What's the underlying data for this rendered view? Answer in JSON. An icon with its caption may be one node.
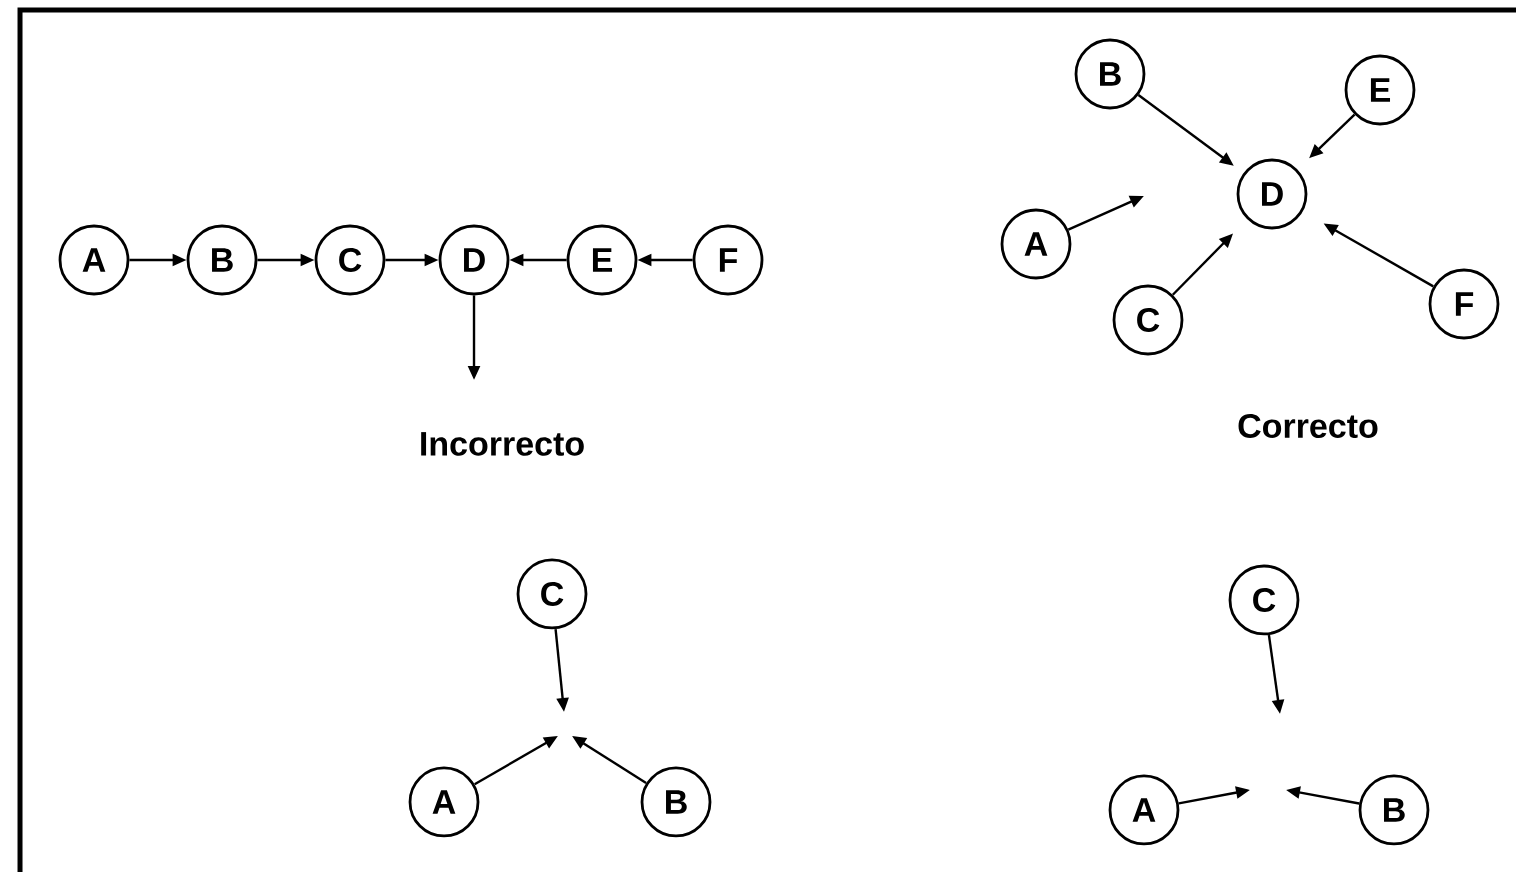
{
  "diagram": {
    "nodes": [
      {
        "text": [
          "A"
        ]
      },
      {
        "text": [
          "B"
        ]
      },
      {
        "text": [
          "C"
        ]
      },
      {
        "text": [
          "D"
        ]
      },
      {
        "text": [
          "E"
        ]
      },
      {
        "text": [
          "F"
        ]
      },
      {
        "text": [
          "C"
        ]
      },
      {
        "text": [
          "A"
        ]
      },
      {
        "text": [
          "B"
        ]
      },
      {
        "text": [
          "B"
        ]
      },
      {
        "text": [
          "E"
        ]
      },
      {
        "text": [
          "A"
        ]
      },
      {
        "text": [
          "D"
        ]
      },
      {
        "text": [
          "C"
        ]
      },
      {
        "text": [
          "F"
        ]
      },
      {
        "text": [
          "C"
        ]
      },
      {
        "text": [
          "A"
        ]
      },
      {
        "text": [
          "B"
        ]
      }
    ],
    "edges": [
      {
        "from": 0,
        "to": 1,
        "arrow": "to"
      },
      {
        "from": 1,
        "to": 2,
        "arrow": "to"
      },
      {
        "from": 2,
        "to": 3,
        "arrow": "to"
      },
      {
        "from": 5,
        "to": 4,
        "arrow": "to"
      },
      {
        "from": 4,
        "to": 3,
        "arrow": "to"
      },
      {
        "from": 3,
        "to": null,
        "arrow": "to"
      },
      {
        "from": 6,
        "to": null,
        "arrow": "to"
      },
      {
        "from": 7,
        "to": null,
        "arrow": "to"
      },
      {
        "from": 8,
        "to": null,
        "arrow": "to"
      },
      {
        "from": 9,
        "to": 12,
        "arrow": "to"
      },
      {
        "from": 10,
        "to": 12,
        "arrow": "to"
      },
      {
        "from": 11,
        "to": null,
        "arrow": "to"
      },
      {
        "from": 13,
        "to": 12,
        "arrow": "to"
      },
      {
        "from": 14,
        "to": 12,
        "arrow": "to"
      },
      {
        "from": 15,
        "to": null,
        "arrow": "to"
      },
      {
        "from": 16,
        "to": null,
        "arrow": "to"
      },
      {
        "from": 17,
        "to": null,
        "arrow": "to"
      }
    ],
    "labels": [
      "Incorrecto",
      "Correcto"
    ]
  }
}
